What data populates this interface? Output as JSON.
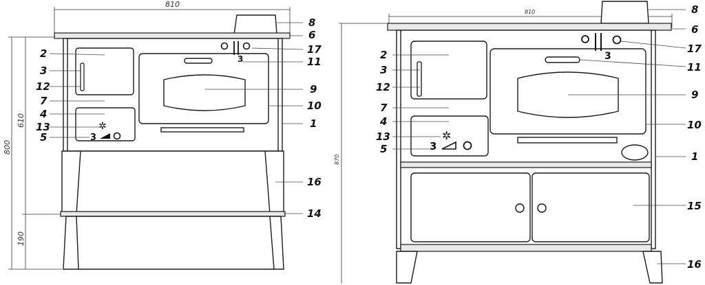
{
  "left_view": {
    "dims": {
      "width": "810",
      "height_total": "800",
      "height_upper": "610",
      "height_lower": "190"
    },
    "callouts": [
      "8",
      "6",
      "2",
      "17",
      "11",
      "3",
      "9",
      "12",
      "7",
      "10",
      "4",
      "1",
      "13",
      "5",
      "16",
      "14"
    ],
    "damper_label": "3",
    "air_label": "3"
  },
  "right_view": {
    "dims": {
      "width": "810",
      "height_total": "870"
    },
    "callouts": [
      "8",
      "6",
      "17",
      "2",
      "3",
      "11",
      "12",
      "9",
      "7",
      "10",
      "4",
      "13",
      "1",
      "5",
      "15",
      "16"
    ],
    "damper_label": "3",
    "air_label": "3"
  }
}
